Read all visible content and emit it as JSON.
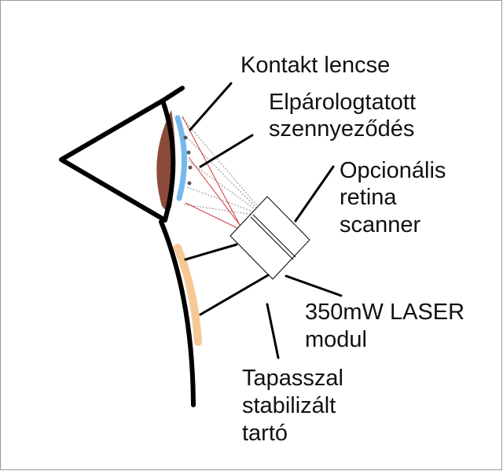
{
  "labels": {
    "contact_lens": "Kontakt lencse",
    "evaporated_dirt": [
      "Elpárologtatott",
      "szennyeződés"
    ],
    "retina_scanner": [
      "Opcionális",
      "retina",
      "scanner"
    ],
    "laser_module": [
      "350mW LASER",
      "modul"
    ],
    "holder": [
      "Tapasszal",
      "stabilizált",
      "tartó"
    ]
  },
  "colors": {
    "background": "#ffffff",
    "border": "#9a9a9a",
    "outline": "#000000",
    "lens": "#73b8f0",
    "iris": "#8b4a3a",
    "patch": "#f6c896",
    "laser_ray": "#d23a3a",
    "scanner_ray": "#8a8a8a",
    "debris": "#555555"
  }
}
